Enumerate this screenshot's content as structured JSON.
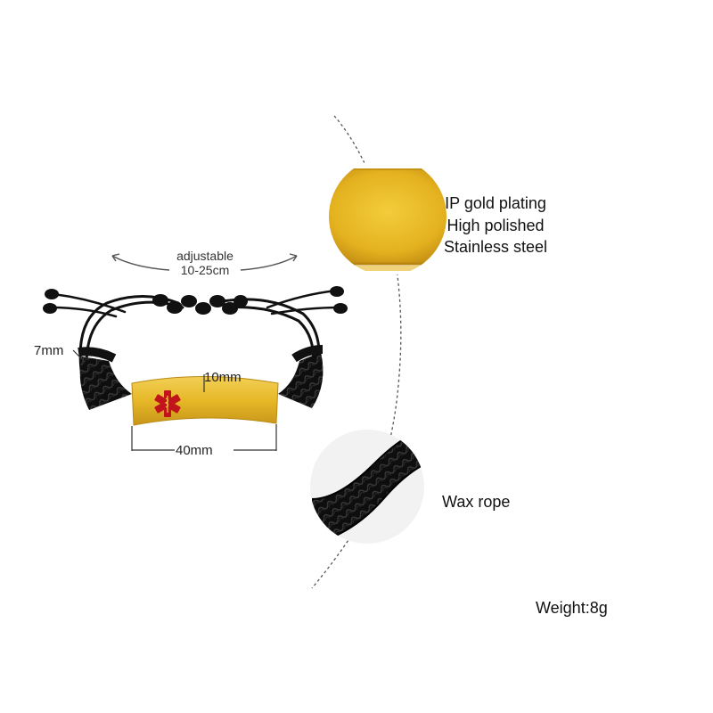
{
  "size_callout": {
    "adjustable_label": "adjustable",
    "adjustable_range": "10-25cm",
    "rope_width": "7mm",
    "plate_height": "10mm",
    "plate_length": "40mm"
  },
  "material_callout": {
    "lines": [
      "IP gold plating",
      "High polished",
      "Stainless steel"
    ]
  },
  "rope_callout": {
    "label": "Wax rope"
  },
  "weight_label": "Weight:8g",
  "colors": {
    "gold": "#d9a91f",
    "rope": "#111111",
    "medical_symbol": "#c0161b"
  },
  "icons": [
    "medical-star-of-life-icon"
  ]
}
